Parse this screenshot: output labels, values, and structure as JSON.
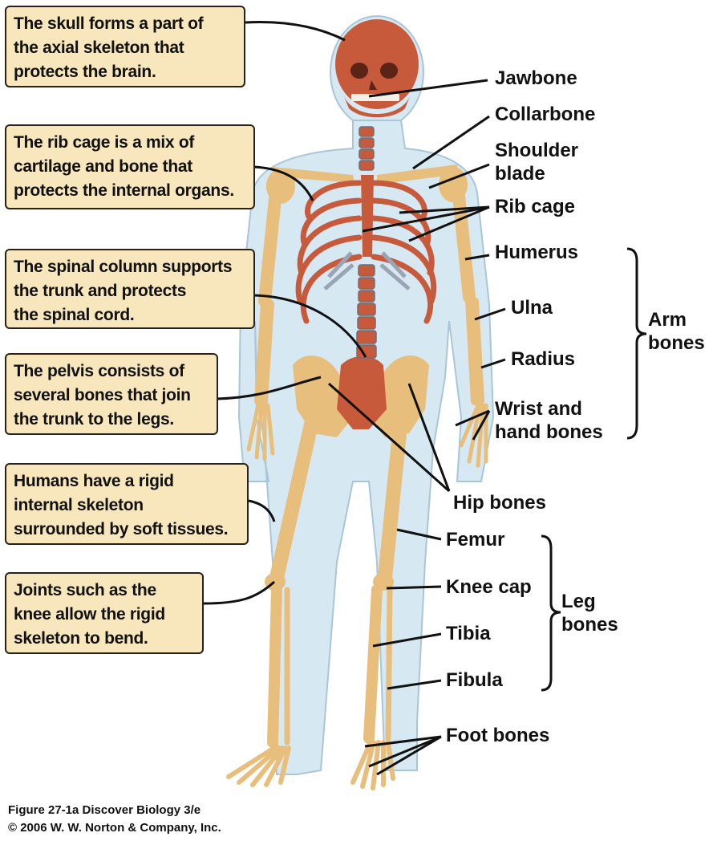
{
  "callouts": {
    "skull": "The skull forms a part of\nthe axial skeleton that\nprotects the brain.",
    "rib_cage": "The rib cage is a mix of\ncartilage and bone that\nprotects the internal organs.",
    "spinal_column": "The spinal column supports\nthe trunk and protects\nthe spinal cord.",
    "pelvis": "The pelvis consists of\nseveral bones that join\nthe trunk to the legs.",
    "humans": "Humans have a rigid\ninternal skeleton\nsurrounded by soft tissues.",
    "joints": "Joints such as the\nknee allow the rigid\nskeleton to bend."
  },
  "labels": {
    "jawbone": "Jawbone",
    "collarbone": "Collarbone",
    "shoulder_blade": "Shoulder\nblade",
    "rib_cage": "Rib cage",
    "humerus": "Humerus",
    "ulna": "Ulna",
    "radius": "Radius",
    "wrist_hand": "Wrist and\nhand bones",
    "arm_bones": "Arm\nbones",
    "hip_bones": "Hip bones",
    "femur": "Femur",
    "knee_cap": "Knee cap",
    "tibia": "Tibia",
    "fibula": "Fibula",
    "leg_bones": "Leg\nbones",
    "foot_bones": "Foot bones"
  },
  "credits": {
    "figure": "Figure 27-1a  Discover Biology 3/e",
    "copyright": "© 2006 W. W. Norton & Company, Inc."
  },
  "colors": {
    "bone": "#e8be7c",
    "axial_bone": "#c85a3c",
    "cartilage": "#9aa4b4",
    "body_silhouette": "#d6e8f2",
    "callout_fill": "#f8e7bc"
  }
}
